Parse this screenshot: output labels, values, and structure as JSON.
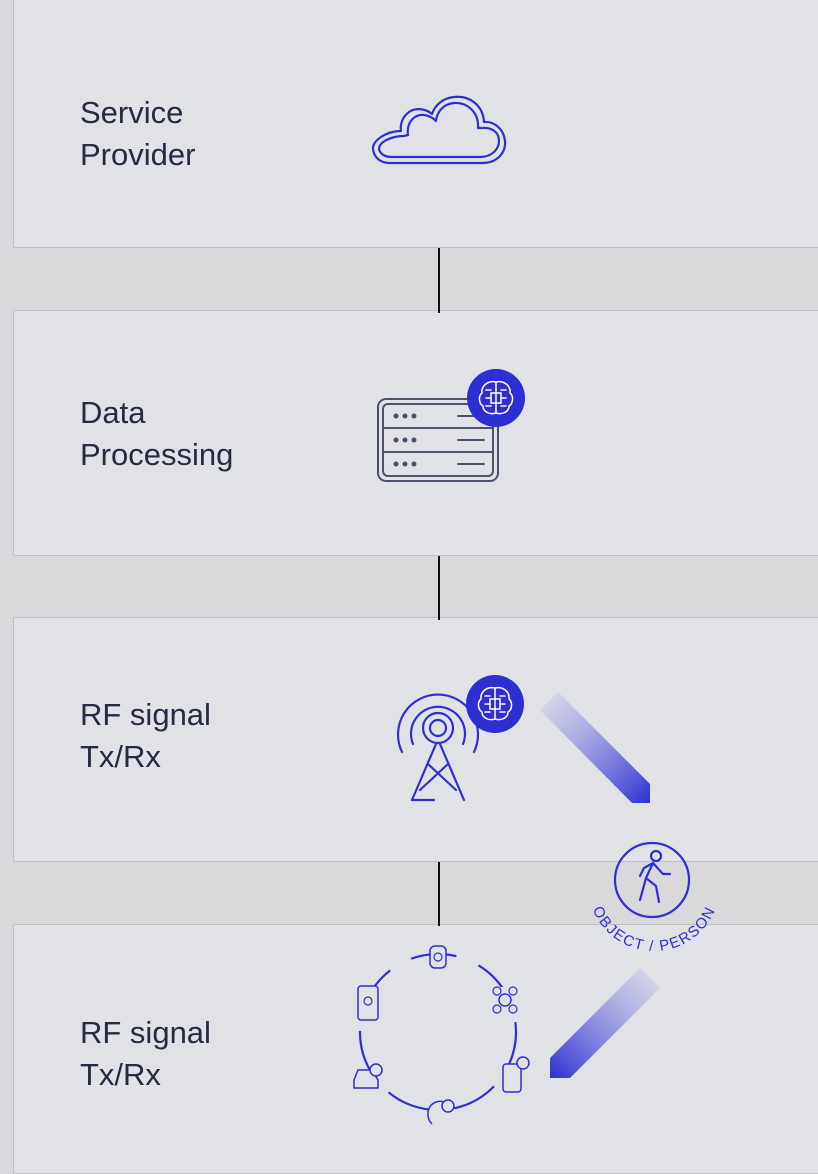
{
  "tiers": [
    {
      "line1": "Service",
      "line2": "Provider",
      "icon": "cloud-icon"
    },
    {
      "line1": "Data",
      "line2": "Processing",
      "icon": "server-icon",
      "badge": "ai-brain-icon"
    },
    {
      "line1": "RF signal",
      "line2": "Tx/Rx",
      "icon": "radio-tower-icon",
      "badge": "ai-brain-icon"
    },
    {
      "line1": "RF signal",
      "line2": "Tx/Rx",
      "icon": "device-ring-icon"
    }
  ],
  "target": {
    "label": "OBJECT / PERSON",
    "icon": "walking-person-icon"
  },
  "colors": {
    "accent": "#2d2fd2",
    "panel": "#e1e2e6",
    "text": "#262a44",
    "connector": "#111111"
  }
}
